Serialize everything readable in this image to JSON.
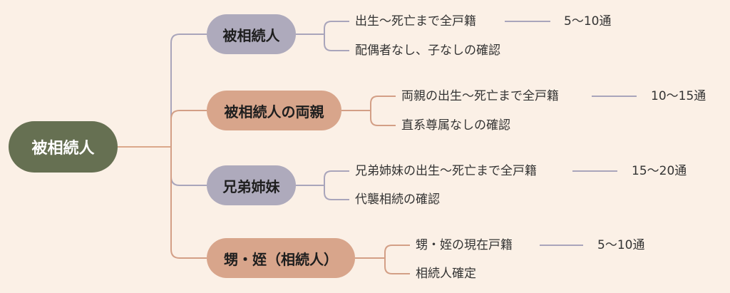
{
  "colors": {
    "background": "#fbf0e6",
    "root": "#667052",
    "lavender": "#aeaabc",
    "terracotta": "#d8a58b",
    "link_root": "#dba88a",
    "link_lavender": "#a9a5bb",
    "link_terracotta": "#d39f86"
  },
  "root": {
    "label": "被相続人"
  },
  "branches": [
    {
      "label": "被相続人",
      "style": "lavender",
      "children": [
        {
          "label": "出生〜死亡まで全戸籍",
          "count": "5〜10通"
        },
        {
          "label": "配偶者なし、子なしの確認"
        }
      ]
    },
    {
      "label": "被相続人の両親",
      "style": "terracotta",
      "children": [
        {
          "label": "両親の出生〜死亡まで全戸籍",
          "count": "10〜15通"
        },
        {
          "label": "直系尊属なしの確認"
        }
      ]
    },
    {
      "label": "兄弟姉妹",
      "style": "lavender",
      "children": [
        {
          "label": "兄弟姉妹の出生〜死亡まで全戸籍",
          "count": "15〜20通"
        },
        {
          "label": "代襲相続の確認"
        }
      ]
    },
    {
      "label": "甥・姪（相続人）",
      "style": "terracotta",
      "children": [
        {
          "label": "甥・姪の現在戸籍",
          "count": "5〜10通"
        },
        {
          "label": "相続人確定"
        }
      ]
    }
  ]
}
